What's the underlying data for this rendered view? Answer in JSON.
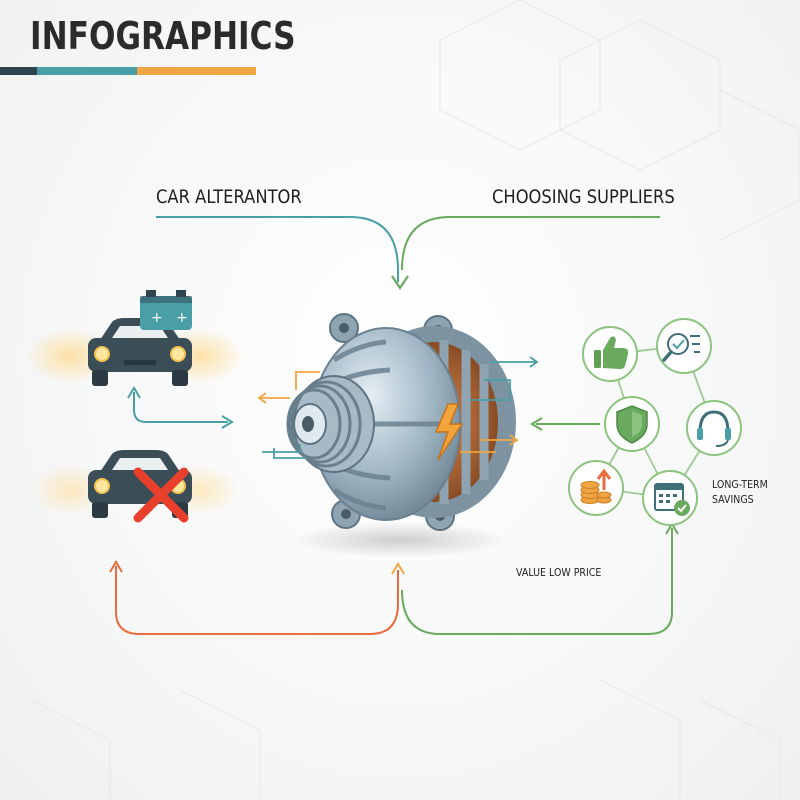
{
  "header": {
    "title": "INFOGRAPHICS"
  },
  "labels": {
    "car_alternator": "CAR ALTERANTOR",
    "choosing_suppliers": "CHOOSING SUPPLIERS",
    "long_term_line1": "LONG-TERM",
    "long_term_line2": "SAVINGS",
    "value_low_price": "VALUE LOW PRICE"
  },
  "colors": {
    "teal": "#4a9fa7",
    "green": "#6aaa5e",
    "orange": "#f0a442",
    "red_orange": "#ea6b3c",
    "dark_navy": "#2f4450",
    "cross_red": "#e8402c"
  },
  "icons": {
    "working_car": "car-headlights-on-icon",
    "battery": "battery-icon",
    "failed_car": "car-failure-icon",
    "alternator": "alternator-icon",
    "suppliers": [
      "thumbs-up-icon",
      "magnifier-checklist-icon",
      "shield-check-icon",
      "headset-icon",
      "coins-growth-icon",
      "calendar-check-icon"
    ]
  }
}
